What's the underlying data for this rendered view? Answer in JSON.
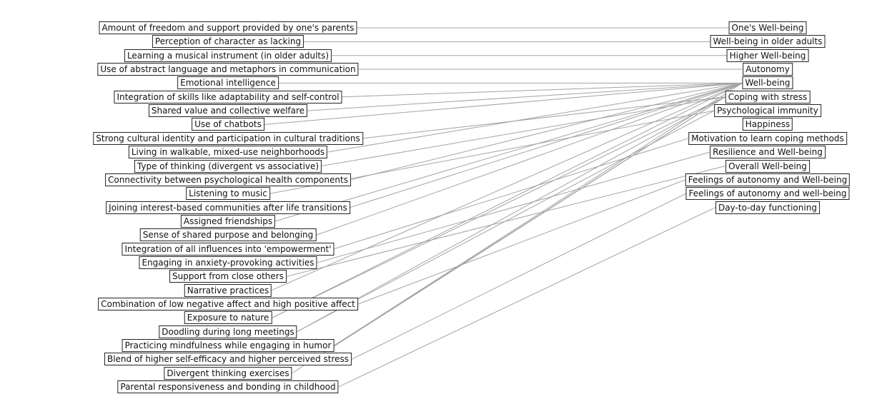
{
  "colors": {
    "edge": "#a3a3a3",
    "box_border": "#222222",
    "text": "#111111",
    "background": "#ffffff"
  },
  "left_nodes": [
    "Amount of freedom and support provided by one's parents",
    "Perception of character as lacking",
    "Learning a musical instrument (in older adults)",
    "Use of abstract language and metaphors in communication",
    "Emotional intelligence",
    "Integration of skills like adaptability and self-control",
    "Shared value and collective welfare",
    "Use of chatbots",
    "Strong cultural identity and participation in cultural traditions",
    "Living in walkable, mixed-use neighborhoods",
    "Type of thinking (divergent vs associative)",
    "Connectivity between psychological health components",
    "Listening to music",
    "Joining interest-based communities after life transitions",
    "Assigned friendships",
    "Sense of shared purpose and belonging",
    "Integration of all influences into 'empowerment'",
    "Engaging in anxiety-provoking activities",
    "Support from close others",
    "Narrative practices",
    "Combination of low negative affect and high positive affect",
    "Exposure to nature",
    "Doodling during long meetings",
    "Practicing mindfulness while engaging in humor",
    "Blend of higher self-efficacy and higher perceived stress",
    "Divergent thinking exercises",
    "Parental responsiveness and bonding in childhood"
  ],
  "right_nodes": [
    "One's Well-being",
    "Well-being in older adults",
    "Higher Well-being",
    "Autonomy",
    "Well-being",
    "Coping with stress",
    "Psychological immunity",
    "Happiness",
    "Motivation to learn coping methods",
    "Resilience and Well-being",
    "Overall Well-being",
    "Feelings of autonomy and Well-being",
    "Feelings of autonomy and well-being",
    "Day-to-day functioning"
  ],
  "edges": [
    [
      0,
      0
    ],
    [
      1,
      1
    ],
    [
      2,
      2
    ],
    [
      3,
      3
    ],
    [
      4,
      4
    ],
    [
      5,
      4
    ],
    [
      6,
      4
    ],
    [
      7,
      4
    ],
    [
      8,
      5
    ],
    [
      9,
      4
    ],
    [
      10,
      5
    ],
    [
      11,
      4
    ],
    [
      12,
      6
    ],
    [
      13,
      4
    ],
    [
      14,
      4
    ],
    [
      15,
      4
    ],
    [
      16,
      8
    ],
    [
      17,
      9
    ],
    [
      18,
      10
    ],
    [
      19,
      4
    ],
    [
      20,
      11
    ],
    [
      21,
      4
    ],
    [
      21,
      5
    ],
    [
      22,
      6
    ],
    [
      22,
      5
    ],
    [
      23,
      4
    ],
    [
      23,
      5
    ],
    [
      24,
      12
    ],
    [
      25,
      5
    ],
    [
      26,
      13
    ]
  ]
}
